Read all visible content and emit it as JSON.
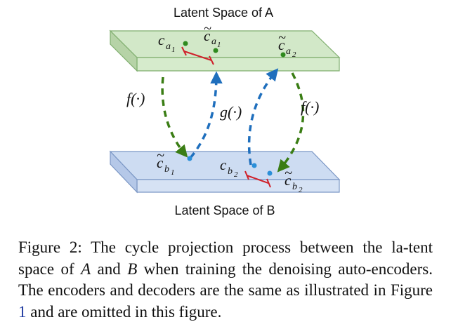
{
  "figure": {
    "title_top": "Latent Space of A",
    "title_bottom": "Latent Space of B",
    "labels": {
      "f_left": "f(·)",
      "g_mid": "g(·)",
      "f_right": "f(·)"
    },
    "points": {
      "c_a1": {
        "base": "c",
        "sub": "a",
        "subsub": "1",
        "tilde": false
      },
      "c_a1_tilde": {
        "base": "c",
        "sub": "a",
        "subsub": "1",
        "tilde": true
      },
      "c_a2_tilde": {
        "base": "c",
        "sub": "a",
        "subsub": "2",
        "tilde": true
      },
      "c_b1_tilde": {
        "base": "c",
        "sub": "b",
        "subsub": "1",
        "tilde": true
      },
      "c_b2": {
        "base": "c",
        "sub": "b",
        "subsub": "2",
        "tilde": false
      },
      "c_b2_tilde": {
        "base": "c",
        "sub": "b",
        "subsub": "2",
        "tilde": true
      }
    },
    "colors": {
      "plane_a_fill": "#d2e8c8",
      "plane_a_stroke": "#7fae6e",
      "plane_b_fill": "#cddcf2",
      "plane_b_stroke": "#7b97c5",
      "arrow_green": "#3a7d14",
      "arrow_blue": "#1f6fbd",
      "error_red": "#d0202a",
      "point_green": "#2f8a1e",
      "point_blue": "#2b8fd8"
    }
  },
  "caption": {
    "figure_label": "Figure 2:",
    "part1": " The cycle projection process between the la-tent space of ",
    "var_a": "A",
    "part2": " and ",
    "var_b": "B",
    "part3": " when training the denoising auto-encoders. The encoders and decoders are the same as illustrated in Figure ",
    "ref": "1",
    "part4": " and are omitted in this figure."
  }
}
